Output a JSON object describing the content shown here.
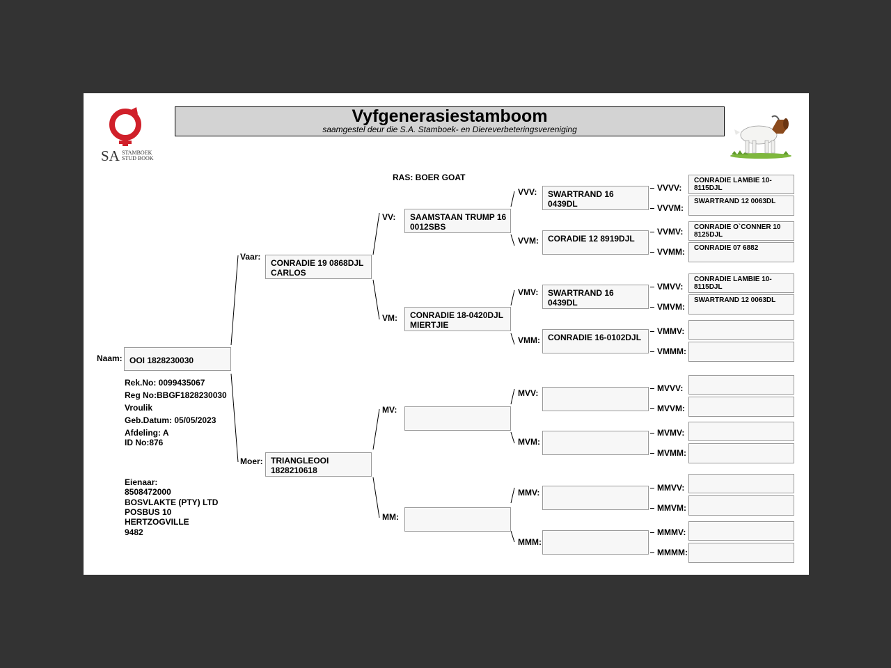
{
  "header": {
    "title": "Vyfgenerasiestamboom",
    "subtitle": "saamgestel deur die S.A. Stamboek- en Diereverbeteringsvereniging",
    "logo_sa": "SA",
    "logo_line1": "STAMBOEK",
    "logo_line2": "STUD BOOK",
    "breed": "RAS: BOER GOAT"
  },
  "animal": {
    "name_label": "Naam:",
    "name": "OOI 1828230030",
    "rek_no": "Rek.No: 0099435067",
    "reg_no": "Reg No:BBGF1828230030",
    "sex": "Vroulik",
    "birth_date": "Geb.Datum: 05/05/2023",
    "department": "Afdeling: A",
    "id_no": "ID No:876"
  },
  "owner": {
    "label": "Eienaar:",
    "number": "8508472000",
    "name": "BOSVLAKTE (PTY) LTD",
    "address1": "POSBUS 10",
    "address2": "HERTZOGVILLE",
    "code": "9482"
  },
  "gen1": {
    "vaar": {
      "label": "Vaar:",
      "name": "CONRADIE 19 0868DJL CARLOS"
    },
    "moer": {
      "label": "Moer:",
      "name": "TRIANGLEOOI 1828210618"
    }
  },
  "gen2": {
    "vv": {
      "label": "VV:",
      "name": "SAAMSTAAN TRUMP 16 0012SBS"
    },
    "vm": {
      "label": "VM:",
      "name": "CONRADIE 18-0420DJL MIERTJIE"
    },
    "mv": {
      "label": "MV:",
      "name": ""
    },
    "mm": {
      "label": "MM:",
      "name": ""
    }
  },
  "gen3": {
    "vvv": {
      "label": "VVV:",
      "name": "SWARTRAND 16 0439DL"
    },
    "vvm": {
      "label": "VVM:",
      "name": "CORADIE 12 8919DJL"
    },
    "vmv": {
      "label": "VMV:",
      "name": "SWARTRAND 16 0439DL"
    },
    "vmm": {
      "label": "VMM:",
      "name": "CONRADIE 16-0102DJL"
    },
    "mvv": {
      "label": "MVV:",
      "name": ""
    },
    "mvm": {
      "label": "MVM:",
      "name": ""
    },
    "mmv": {
      "label": "MMV:",
      "name": ""
    },
    "mmm": {
      "label": "MMM:",
      "name": ""
    }
  },
  "gen4": {
    "vvvv": {
      "label": "VVVV:",
      "name": "CONRADIE LAMBIE 10-8115DJL"
    },
    "vvvm": {
      "label": "VVVM:",
      "name": "SWARTRAND 12 0063DL"
    },
    "vvmv": {
      "label": "VVMV:",
      "name": "CONRADIE O`CONNER 10 8125DJL"
    },
    "vvmm": {
      "label": "VVMM:",
      "name": "CONRADIE 07 6882"
    },
    "vmvv": {
      "label": "VMVV:",
      "name": "CONRADIE LAMBIE 10-8115DJL"
    },
    "vmvm": {
      "label": "VMVM:",
      "name": "SWARTRAND 12 0063DL"
    },
    "vmmv": {
      "label": "VMMV:",
      "name": ""
    },
    "vmmm": {
      "label": "VMMM:",
      "name": ""
    },
    "mvvv": {
      "label": "MVVV:",
      "name": ""
    },
    "mvvm": {
      "label": "MVVM:",
      "name": ""
    },
    "mvmv": {
      "label": "MVMV:",
      "name": ""
    },
    "mvmm": {
      "label": "MVMM:",
      "name": ""
    },
    "mmvv": {
      "label": "MMVV:",
      "name": ""
    },
    "mmvm": {
      "label": "MMVM:",
      "name": ""
    },
    "mmmv": {
      "label": "MMMV:",
      "name": ""
    },
    "mmmm": {
      "label": "MMMM:",
      "name": ""
    }
  },
  "colors": {
    "background": "#333333",
    "logo_red": "#d0202a",
    "title_bg": "#d3d3d3"
  }
}
